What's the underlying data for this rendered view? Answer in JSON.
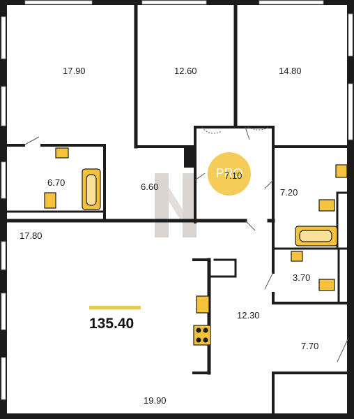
{
  "plan": {
    "total_area": "135.40",
    "rooms": [
      {
        "id": "bedroom-left",
        "area": "17.90"
      },
      {
        "id": "bedroom-middle",
        "area": "12.60"
      },
      {
        "id": "bedroom-right",
        "area": "14.80"
      },
      {
        "id": "bathroom-left",
        "area": "6.70"
      },
      {
        "id": "hall-left",
        "area": "6.60"
      },
      {
        "id": "wardrobe",
        "area": "7.10"
      },
      {
        "id": "bathroom-right",
        "area": "7.20"
      },
      {
        "id": "corridor",
        "area": "17.80"
      },
      {
        "id": "toilet",
        "area": "3.70"
      },
      {
        "id": "kitchen-hall",
        "area": "12.30"
      },
      {
        "id": "utility",
        "area": "7.70"
      },
      {
        "id": "living-room",
        "area": "19.90"
      }
    ],
    "badge": "PRO"
  },
  "colors": {
    "wall": "#1c1c1c",
    "fixture": "#f5c33b",
    "accent": "#e9c75b",
    "badge": "#f5c33b",
    "watermark": "#8a7a70"
  }
}
